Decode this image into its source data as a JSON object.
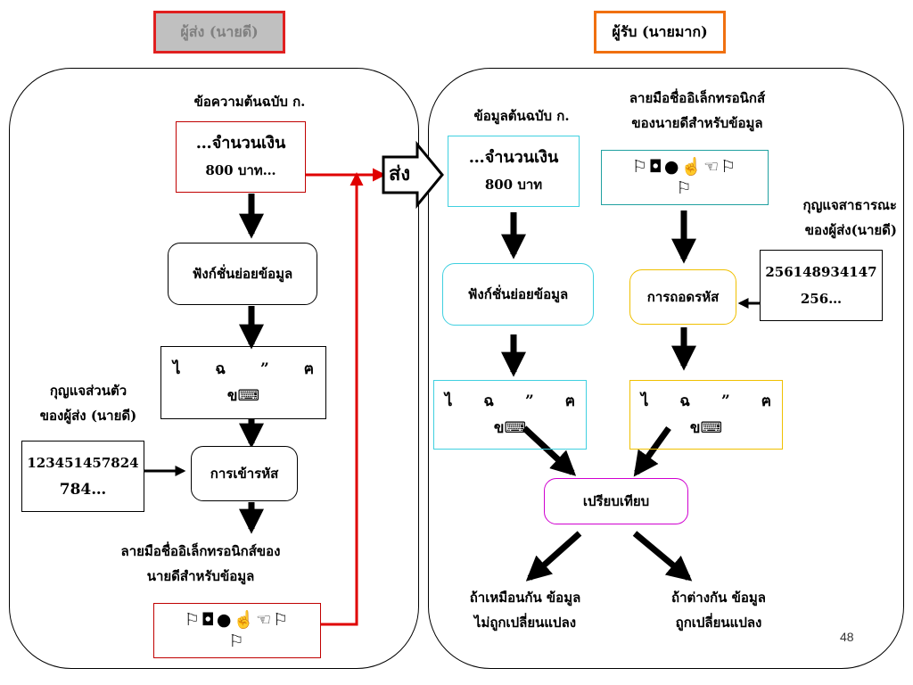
{
  "sender_title": "ผู้ส่ง (นายดี)",
  "receiver_title": "ผู้รับ (นายมาก)",
  "send_label": "ส่ง",
  "page_number": "48",
  "sender": {
    "original_label": "ข้อความต้นฉบับ ก.",
    "message_line1": "…จำนวนเงิน",
    "message_line2": "800 บาท…",
    "hash_function": "ฟังก์ชั่นย่อยข้อมูล",
    "digest_line1": [
      "ไ",
      "ฉ",
      "”",
      "ฅ"
    ],
    "digest_line2": "ข⌨",
    "private_key_label_1": "กุญแจส่วนตัว",
    "private_key_label_2": "ของผู้ส่ง (นายดี)",
    "private_key_line1": "123451457824",
    "private_key_line2": "784…",
    "encrypt": "การเข้ารหัส",
    "signature_label_1": "ลายมือชื่ออิเล็กทรอนิกส์ของ",
    "signature_label_2": "นายดีสำหรับข้อมูล",
    "signature_line1": "⚐◘●☝☜⚐",
    "signature_line2": "⚐"
  },
  "receiver": {
    "original_label": "ข้อมูลต้นฉบับ ก.",
    "message_line1": "…จำนวนเงิน",
    "message_line2": "800 บาท",
    "signature_label_1": "ลายมือชื่ออิเล็กทรอนิกส์",
    "signature_label_2": "ของนายดีสำหรับข้อมูล",
    "signature_line1": "⚐◘●☝☜⚐",
    "signature_line2": "⚐",
    "public_key_label_1": "กุญแจสาธารณะ",
    "public_key_label_2": "ของผู้ส่ง(นายดี)",
    "public_key_line1": "256148934147",
    "public_key_line2": "256…",
    "hash_function": "ฟังก์ชั่นย่อยข้อมูล",
    "decrypt": "การถอดรหัส",
    "digest_line1": [
      "ไ",
      "ฉ",
      "”",
      "ฅ"
    ],
    "digest_line2": "ข⌨",
    "compare": "เปรียบเทียบ",
    "same_line1": "ถ้าเหมือนกัน  ข้อมูล",
    "same_line2": "ไม่ถูกเปลี่ยนแปลง",
    "diff_line1": "ถ้าต่างกัน  ข้อมูล",
    "diff_line2": "ถูกเปลี่ยนแปลง"
  },
  "colors": {
    "sender_title_border": "#e02020",
    "sender_title_fill": "#c0c0c0",
    "sender_title_text": "#808080",
    "receiver_title_border": "#f07010",
    "red_arrow": "#e00000",
    "cyan_border": "#40d0e0",
    "yellow_border": "#f0c000",
    "magenta_border": "#d000d0"
  }
}
